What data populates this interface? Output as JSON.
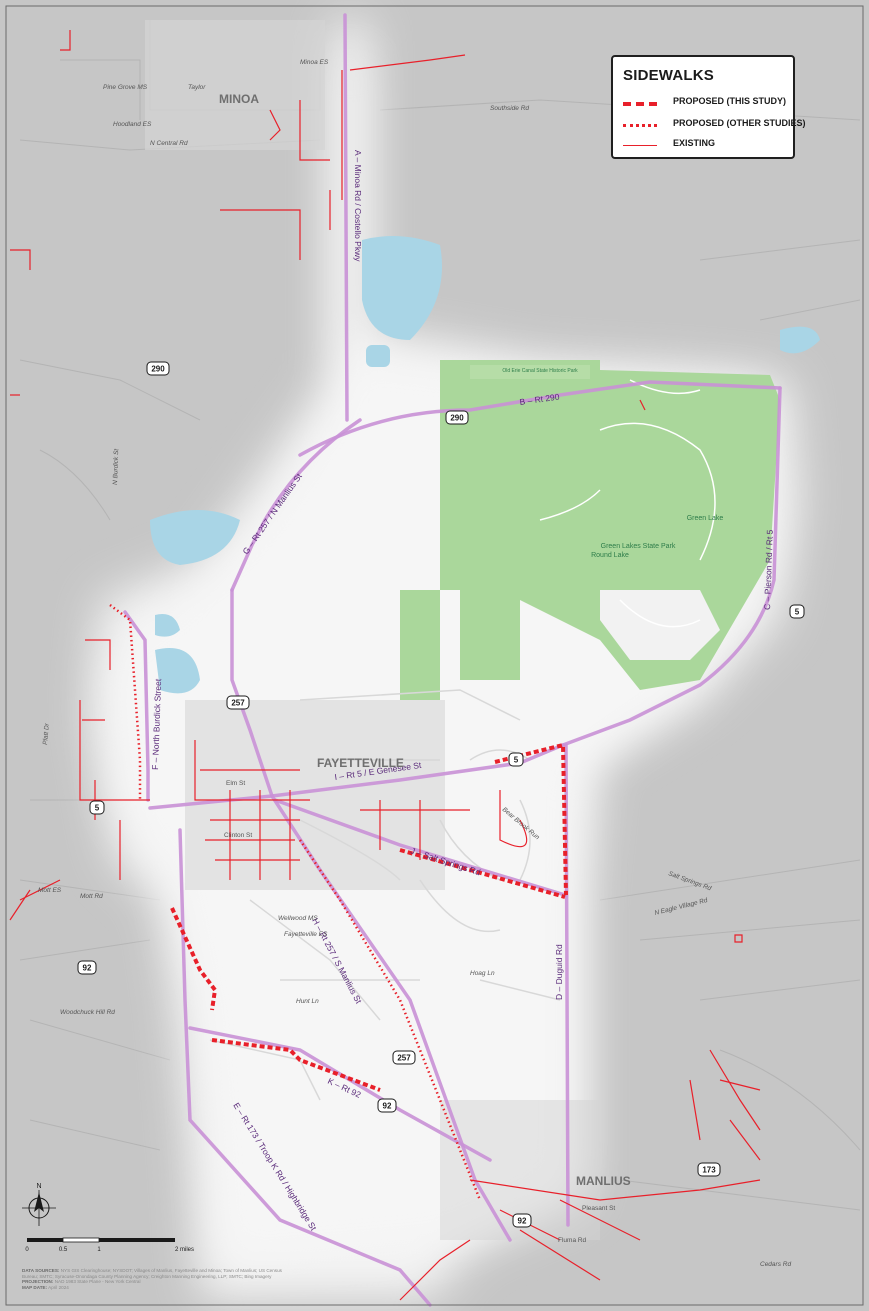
{
  "legend": {
    "title": "SIDEWALKS",
    "items": [
      {
        "label": "PROPOSED (THIS STUDY)",
        "style": "dashed-thick"
      },
      {
        "label": "PROPOSED (OTHER STUDIES)",
        "style": "dotted"
      },
      {
        "label": "EXISTING",
        "style": "solid-thin"
      }
    ]
  },
  "colors": {
    "sidewalk": "#e8202a",
    "corridor": "#c991d6",
    "corridor_label": "#5a2a7a",
    "park": "#a6d596",
    "water": "#a9d5e6",
    "land": "#c9c9c9",
    "study_area": "#f2f2f2"
  },
  "places": {
    "minoa": "MINOA",
    "fayetteville": "FAYETTEVILLE",
    "manlius": "MANLIUS"
  },
  "corridors": {
    "a": "A – Minoa Rd / Costello Pkwy",
    "b": "B – Rt 290",
    "c": "C – Pierson Rd / Rt 5",
    "d": "D – Duguid Rd",
    "e": "E – Rt 173 / Troop K Rd / Highbridge St",
    "f": "F – North Burdick Street",
    "g": "G – Rt 257 / N Manlius St",
    "h": "H – Rt 257 / S Manlius St",
    "i": "I – Rt 5 / E Genesee St",
    "j": "J – Salt Springs Rd",
    "k": "K – Rt 92"
  },
  "shields": {
    "rt290_west": "290",
    "rt290_east": "290",
    "rt5_west": "5",
    "rt5_center": "5",
    "rt5_east": "5",
    "rt257_north": "257",
    "rt257_south": "257",
    "rt92_west": "92",
    "rt92_center": "92",
    "rt92_manlius": "92",
    "rt173": "173"
  },
  "labels": {
    "pine_grove_ms": "Pine Grove MS",
    "minoa_es": "Minoa ES",
    "hoodland_es": "Hoodland ES",
    "taylor": "Taylor",
    "n_central_rd": "N Central Rd",
    "southside_rd": "Southside Rd",
    "n_burdick_st": "N Burdick St",
    "green_lakes": "Green Lakes State Park",
    "round_lake": "Round Lake",
    "green_lake": "Green Lake",
    "erie_canal": "Old Erie Canal State Historic Park",
    "elm_st": "Elm St",
    "clinton_st": "Clinton St",
    "wellwood_ms": "Wellwood MS",
    "fayetteville_es": "Fayetteville ES",
    "mott_rd": "Mott Rd",
    "mott_es": "Mott ES",
    "woodchuck_hill_rd": "Woodchuck Hill Rd",
    "hunt_ln": "Hunt Ln",
    "hoag_ln": "Hoag Ln",
    "salt_springs_rd_east": "Salt Springs Rd",
    "n_eagle_village_rd": "N Eagle Village Rd",
    "pleasant_st": "Pleasant St",
    "fluma_rd": "Fluma Rd",
    "cedars_rd": "Cedars Rd",
    "platt_dr": "Platt Dr",
    "bear_brook": "Bear Brook Run"
  },
  "scale_bar": {
    "ticks": [
      "0",
      "0.5",
      "1",
      "2 miles"
    ],
    "north": "N"
  },
  "credits": {
    "sources_label": "DATA SOURCES:",
    "sources": "NYS GIS Clearinghouse; NYSDOT; Villages of Manlius, Fayetteville and Minoa; Town of Manlius; US Census Bureau; SMTC; Syracuse-Onondaga County Planning Agency; Creighton Manning Engineering, LLP; SMTC; Bing Imagery",
    "projection_label": "PROJECTION:",
    "projection": "NAD 1983 State Plane - New York Central",
    "date_label": "MAP DATE:",
    "date": "April 2024"
  }
}
